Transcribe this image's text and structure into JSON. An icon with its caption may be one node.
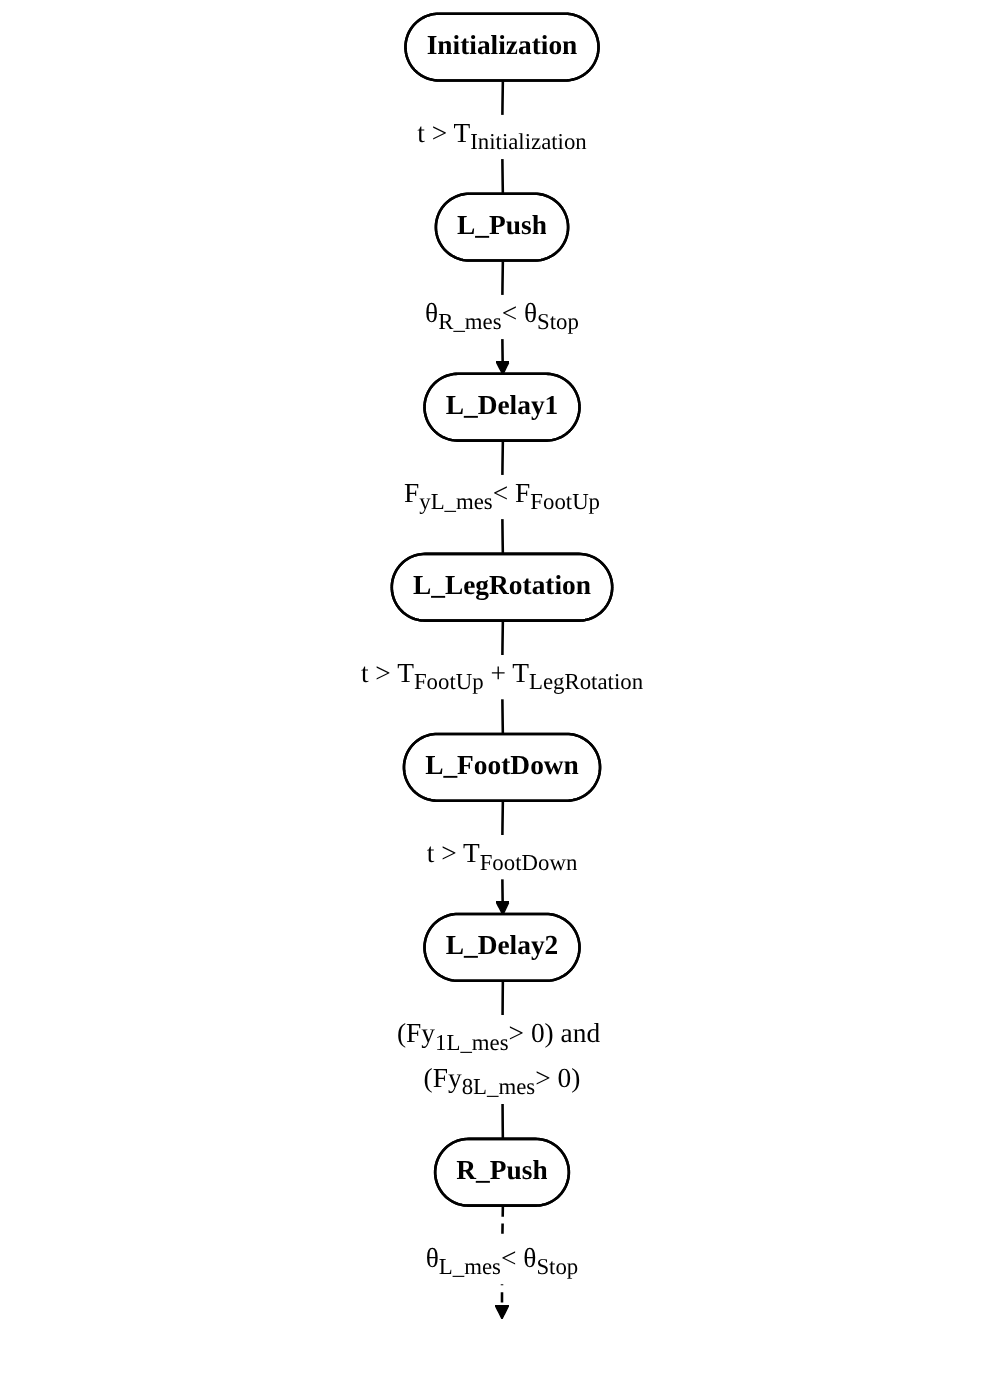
{
  "diagram": {
    "nodes": [
      {
        "text": [
          "Initialization"
        ]
      },
      {
        "text": [
          "L_Push"
        ]
      },
      {
        "text": [
          "L_Delay1"
        ]
      },
      {
        "text": [
          "L_LegRotation"
        ]
      },
      {
        "text": [
          "L_FootDown"
        ]
      },
      {
        "text": [
          "L_Delay2"
        ]
      },
      {
        "text": [
          "R_Push"
        ]
      }
    ],
    "edges": [
      {
        "from": 0,
        "to": 1,
        "arrow": "none",
        "label": "t > T$_{Initialization}$"
      },
      {
        "from": 1,
        "to": 2,
        "arrow": "to",
        "label": "θ$_{R_mes}$< θ$_{Stop}$"
      },
      {
        "from": 2,
        "to": 3,
        "arrow": "none",
        "label": "F$_{yL_mes}$< F$_{FootUp}$"
      },
      {
        "from": 3,
        "to": 4,
        "arrow": "none",
        "label": "t > T$_{FootUp}$ + T$_{LegRotation}$"
      },
      {
        "from": 4,
        "to": 5,
        "arrow": "to",
        "label": "t > T$_{FootDown}$"
      },
      {
        "from": 5,
        "to": 6,
        "arrow": "none",
        "label": "(Fy$_{1L_mes}$> 0) and (Fy$_{8L_mes}$> 0)"
      },
      {
        "from": 6,
        "to": null,
        "arrow": "to",
        "style": "dashed",
        "label": "θ$_{L_mes}$< θ$_{Stop}$"
      }
    ]
  }
}
